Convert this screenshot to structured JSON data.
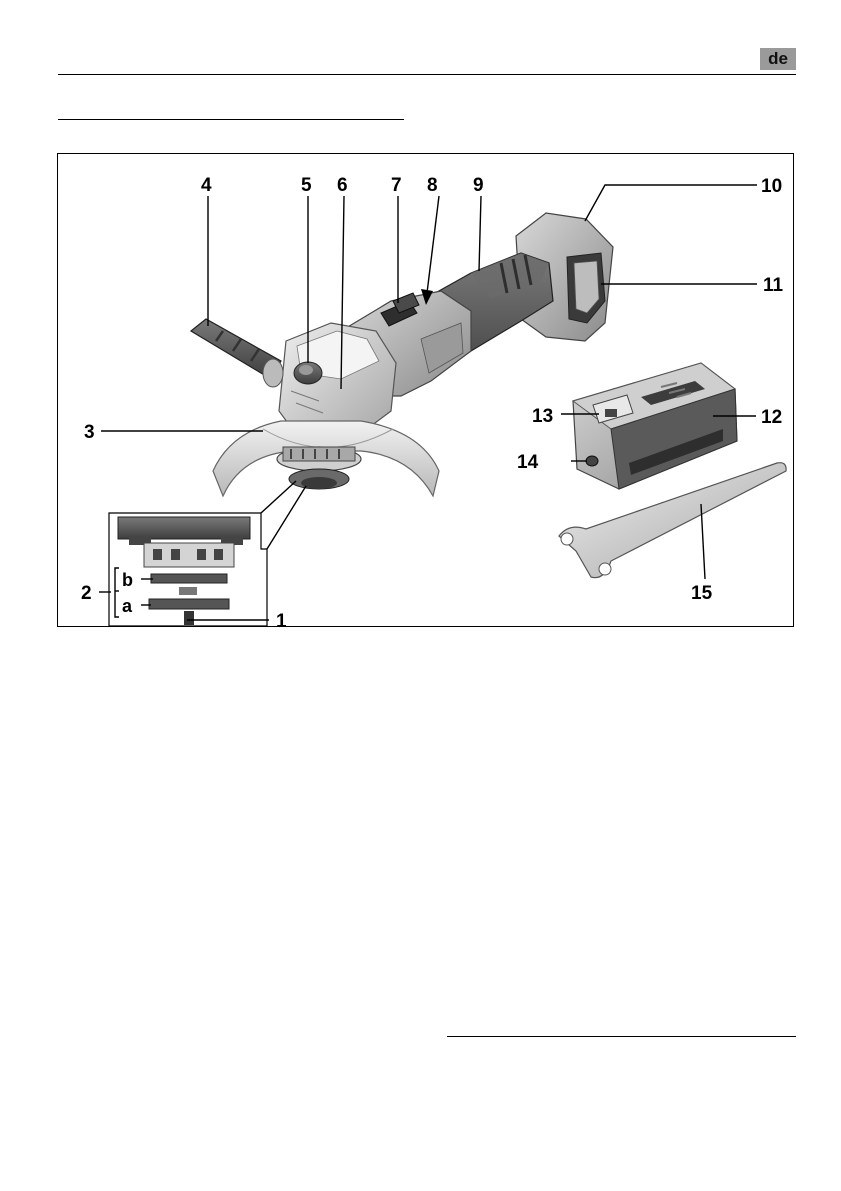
{
  "header": {
    "language_code": "de"
  },
  "figure": {
    "callouts": {
      "c1": "1",
      "c2": "2",
      "c3": "3",
      "c4": "4",
      "c5": "5",
      "c6": "6",
      "c7": "7",
      "c8": "8",
      "c9": "9",
      "c10": "10",
      "c11": "11",
      "c12": "12",
      "c13": "13",
      "c14": "14",
      "c15": "15",
      "ca": "a",
      "cb": "b"
    }
  }
}
